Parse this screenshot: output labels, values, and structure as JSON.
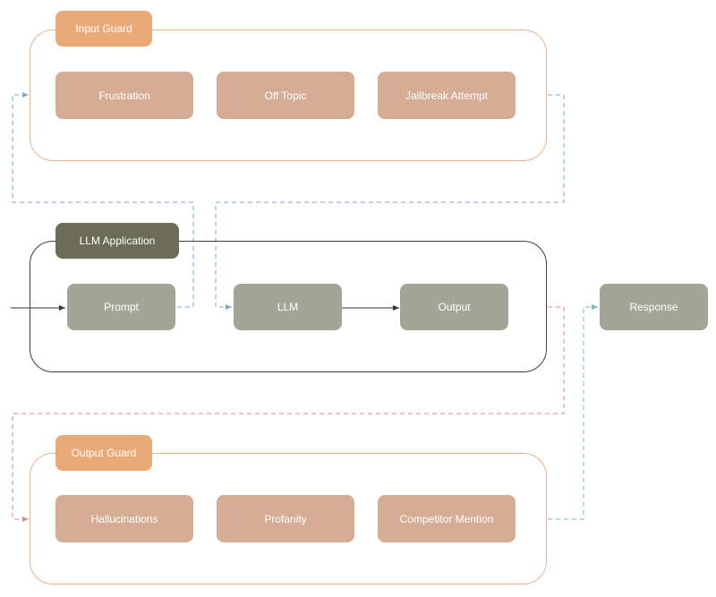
{
  "input_guard": {
    "title": "Input Guard",
    "checks": [
      "Frustration",
      "Off Topic",
      "Jailbreak Attempt"
    ]
  },
  "llm_application": {
    "title": "LLM Application",
    "nodes": [
      "Prompt",
      "LLM",
      "Output"
    ]
  },
  "response": {
    "label": "Response"
  },
  "output_guard": {
    "title": "Output Guard",
    "checks": [
      "Hallucinations",
      "Profanity",
      "Competitor Mention"
    ]
  },
  "colors": {
    "input_flow": "#7aa7d8",
    "output_flow": "#d98c94",
    "response_flow": "#7bb8b4",
    "solid_arrow": "#333333"
  }
}
